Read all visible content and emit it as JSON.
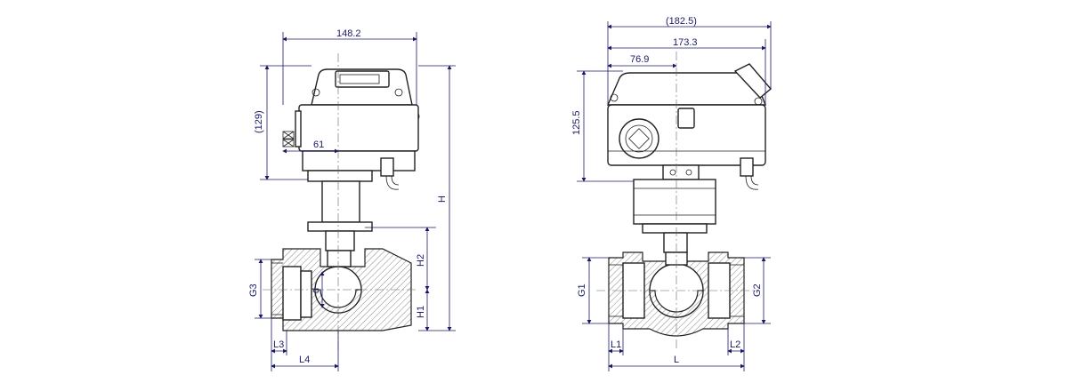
{
  "left_view": {
    "dim_148_2": "148.2",
    "dim_129": "(129)",
    "dim_61": "61",
    "dim_H": "H",
    "dim_H2": "H2",
    "dim_H1": "H1",
    "dim_G3": "G3",
    "dim_d": "d",
    "dim_L3": "L3",
    "dim_L4": "L4"
  },
  "right_view": {
    "dim_182_5": "(182.5)",
    "dim_173_3": "173.3",
    "dim_76_9": "76.9",
    "dim_125_5": "125.5",
    "dim_G1": "G1",
    "dim_G2": "G2",
    "dim_L1": "L1",
    "dim_L2": "L2",
    "dim_L": "L"
  },
  "colors": {
    "dimension": "#1a1a66",
    "outline": "#222222"
  }
}
